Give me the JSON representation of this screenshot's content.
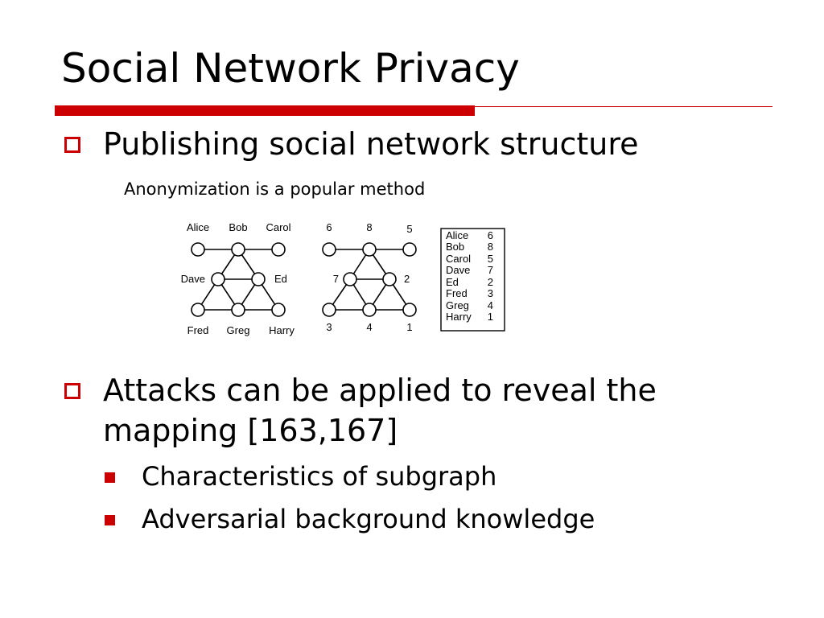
{
  "slide": {
    "title": "Social Network Privacy"
  },
  "bullets": {
    "b1": "Publishing social network structure",
    "note": "Anonymization is a popular method",
    "b2": "Attacks can be applied to reveal the mapping [163,167]",
    "b2_subs": [
      "Characteristics of subgraph",
      "Adversarial background knowledge"
    ]
  },
  "figure": {
    "original_graph": {
      "nodes": [
        "Alice",
        "Bob",
        "Carol",
        "Dave",
        "Ed",
        "Fred",
        "Greg",
        "Harry"
      ],
      "edges": [
        [
          "Alice",
          "Bob"
        ],
        [
          "Bob",
          "Carol"
        ],
        [
          "Bob",
          "Dave"
        ],
        [
          "Bob",
          "Ed"
        ],
        [
          "Dave",
          "Ed"
        ],
        [
          "Dave",
          "Fred"
        ],
        [
          "Dave",
          "Greg"
        ],
        [
          "Ed",
          "Greg"
        ],
        [
          "Ed",
          "Harry"
        ],
        [
          "Fred",
          "Greg"
        ],
        [
          "Greg",
          "Harry"
        ]
      ]
    },
    "anonymized_graph": {
      "nodes": [
        "6",
        "8",
        "5",
        "7",
        "2",
        "3",
        "4",
        "1"
      ]
    },
    "mapping_table": [
      {
        "name": "Alice",
        "id": "6"
      },
      {
        "name": "Bob",
        "id": "8"
      },
      {
        "name": "Carol",
        "id": "5"
      },
      {
        "name": "Dave",
        "id": "7"
      },
      {
        "name": "Ed",
        "id": "2"
      },
      {
        "name": "Fred",
        "id": "3"
      },
      {
        "name": "Greg",
        "id": "4"
      },
      {
        "name": "Harry",
        "id": "1"
      }
    ],
    "accent_color": "#cc0000"
  }
}
